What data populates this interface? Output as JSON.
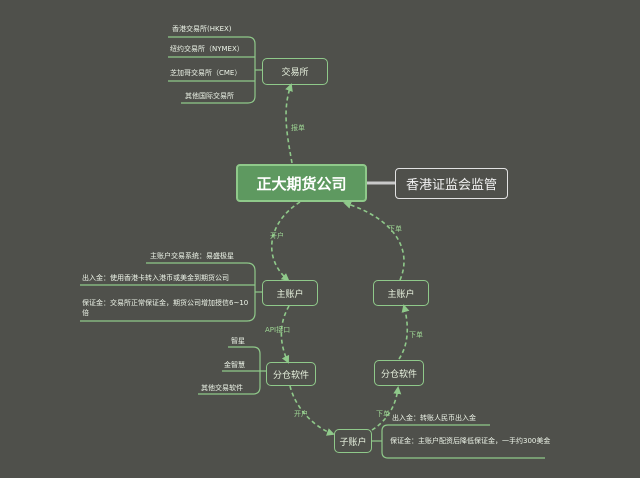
{
  "nodes": {
    "root": "正大期货公司",
    "regulator": "香港证监会监管",
    "exchange": "交易所",
    "main_account_left": "主账户",
    "main_account_right": "主账户",
    "split_software_left": "分仓软件",
    "split_software_right": "分仓软件",
    "sub_account": "子账户"
  },
  "exchanges": [
    "香港交易所(HKEX)",
    "纽约交易所（NYMEX）",
    "芝加哥交易所（CME）",
    "其他国际交易所"
  ],
  "main_account_details": [
    "主账户交易系统：易盛极星",
    "出入金：使用香港卡转入港币或美金到期货公司",
    "保证金：交易所正常保证金，期货公司增加授信6~10倍"
  ],
  "software_list": [
    "智星",
    "金智慧",
    "其他交易软件"
  ],
  "sub_account_details": [
    "出入金：转账人民币出入金",
    "保证金：主账户配资后降低保证金，一手约300美金"
  ],
  "edge_labels": {
    "order_up": "报单",
    "open_account_1": "开户",
    "api": "API接口",
    "open_account_2": "开户",
    "place_order_1": "下单",
    "place_order_2": "下单",
    "place_order_3": "下单"
  },
  "colors": {
    "background": "#4f504b",
    "line": "#8fc98a",
    "root_fill": "#5e9960",
    "regulator_border": "#e2e2e2"
  }
}
